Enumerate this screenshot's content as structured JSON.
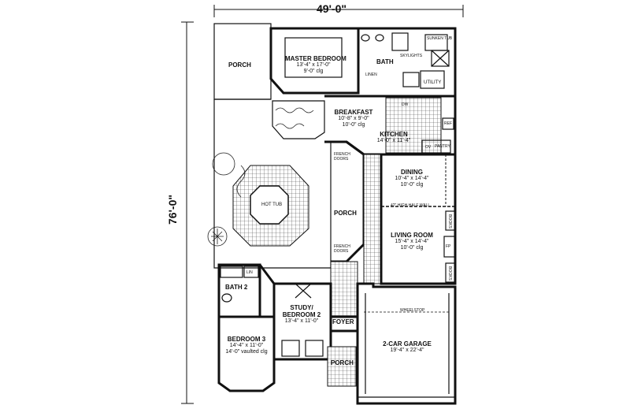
{
  "dimensions": {
    "width_label": "49'-0\"",
    "depth_label": "76'-0\""
  },
  "rooms": {
    "porch_top": {
      "name": "PORCH"
    },
    "master_bedroom": {
      "name": "MASTER BEDROOM",
      "size": "13'-4\" x 17'-0\"",
      "ceiling": "9'-0\" clg"
    },
    "bath": {
      "name": "BATH"
    },
    "sunken_tub": {
      "name": "SUNKEN TUB"
    },
    "skylights": {
      "name": "SKYLIGHTS"
    },
    "linen": {
      "name": "LINEN"
    },
    "utility": {
      "name": "UTILITY"
    },
    "breakfast": {
      "name": "BREAKFAST",
      "size": "10'-8\" x 9'-0\"",
      "ceiling": "10'-0\" clg"
    },
    "kitchen": {
      "name": "KITCHEN",
      "size": "14'-0\" x 11'-4\""
    },
    "dw": {
      "name": "DW"
    },
    "ref": {
      "name": "REF"
    },
    "ov": {
      "name": "OV"
    },
    "pantry": {
      "name": "PANTRY"
    },
    "french_doors_top": {
      "name": "FRENCH DOORS"
    },
    "dining": {
      "name": "DINING",
      "size": "10'-4\" x 14'-4\"",
      "ceiling": "10'-0\" clg"
    },
    "half_wall": {
      "name": "42\" HIGH HALF WALL"
    },
    "hot_tub": {
      "name": "HOT TUB"
    },
    "porch_mid": {
      "name": "PORCH"
    },
    "living_room": {
      "name": "LIVING ROOM",
      "size": "15'-4\" x 14'-4\"",
      "ceiling": "10'-0\" clg"
    },
    "books_top": {
      "name": "BOOKS"
    },
    "books_bottom": {
      "name": "BOOKS"
    },
    "fp": {
      "name": "FP"
    },
    "french_doors_bottom": {
      "name": "FRENCH DOORS"
    },
    "bath2": {
      "name": "BATH 2"
    },
    "lin": {
      "name": "LIN"
    },
    "study": {
      "name": "STUDY/",
      "name2": "BEDROOM 2",
      "size": "13'-4\" x 11'-0\""
    },
    "bedroom3": {
      "name": "BEDROOM 3",
      "size": "14'-4\" x 11'-0\"",
      "ceiling": "14'-0\" vaulted clg"
    },
    "foyer": {
      "name": "FOYER"
    },
    "porch_entry": {
      "name": "PORCH"
    },
    "garage": {
      "name": "2-CAR GARAGE",
      "size": "19'-4\" x 22'-4\""
    },
    "wheelstop": {
      "name": "WHEELSTOP"
    }
  }
}
